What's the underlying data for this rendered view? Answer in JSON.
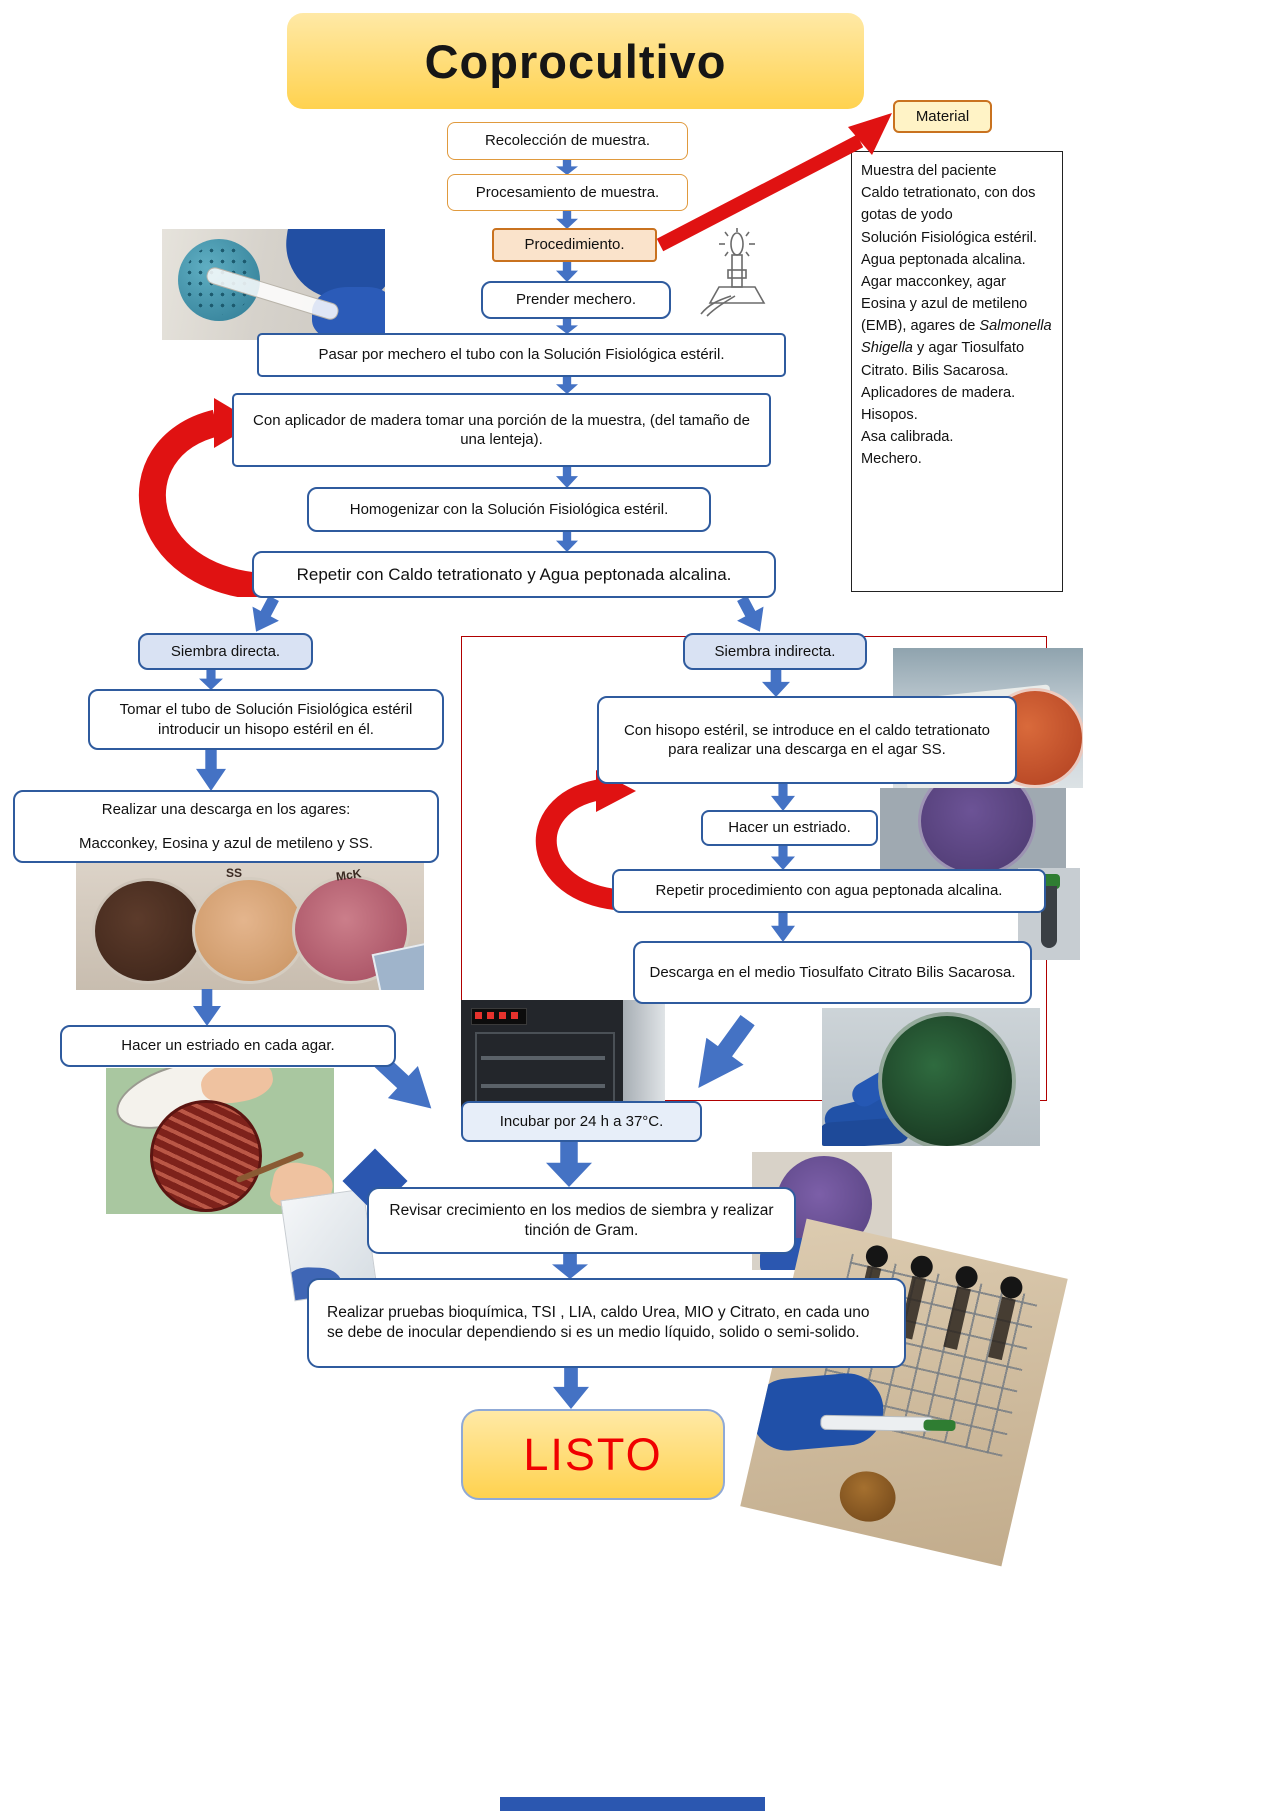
{
  "title": "Coprocultivo",
  "material": {
    "button_label": "Material",
    "lines_before": [
      "Muestra del paciente",
      "Caldo tetrationato, con dos gotas de yodo",
      "Solución Fisiológica estéril.",
      "Agua peptonada alcalina."
    ],
    "agar_line": {
      "pre": "Agar macconkey, agar Eosina y azul de metileno (EMB), agares de ",
      "italic": "Salmonella Shigella",
      "post": " y agar Tiosulfato Citrato. Bilis Sacarosa."
    },
    "lines_after": [
      "Aplicadores de madera.",
      "Hisopos.",
      "Asa calibrada.",
      "Mechero."
    ]
  },
  "flow": {
    "recoleccion": "Recolección de muestra.",
    "procesamiento": "Procesamiento de muestra.",
    "procedimiento": "Procedimiento.",
    "prender_mechero": "Prender mechero.",
    "pasar_mechero": "Pasar por mechero el tubo con la Solución Fisiológica estéril.",
    "aplicador": "Con aplicador de madera tomar una porción de la muestra, (del tamaño de una lenteja).",
    "homogenizar": "Homogenizar con la Solución Fisiológica estéril.",
    "repetir_caldo": "Repetir con Caldo tetrationato y Agua peptonada alcalina.",
    "siembra_directa": "Siembra directa.",
    "siembra_indirecta": "Siembra indirecta.",
    "tomar_tubo": "Tomar el tubo de Solución Fisiológica estéril introducir un hisopo estéril en él.",
    "descarga_agares_1": "Realizar una descarga en los agares:",
    "descarga_agares_2": "Macconkey, Eosina y azul de metileno y SS.",
    "estriado_cada_agar": "Hacer un estriado en cada agar.",
    "hisopo_caldo": "Con hisopo estéril, se introduce en el caldo tetrationato para realizar una descarga en el agar SS.",
    "hacer_estriado": "Hacer un estriado.",
    "repetir_agua": "Repetir procedimiento con agua peptonada alcalina.",
    "descarga_tcbs": "Descarga en el medio Tiosulfato Citrato Bilis Sacarosa.",
    "incubar": "Incubar por 24 h a 37°C.",
    "revisar": "Revisar crecimiento en los medios de siembra y realizar tinción de Gram.",
    "pruebas": "Realizar pruebas bioquímica, TSI , LIA, caldo Urea, MIO y Citrato, en cada uno se debe de inocular dependiendo si es un medio líquido, solido o semi-solido.",
    "listo": "LISTO"
  },
  "photo_labels": {
    "ss": "SS",
    "mck": "McK"
  },
  "colors": {
    "arrow_blue": "#4472C4",
    "box_border_blue": "#2F5B9E",
    "accent_red": "#E01212",
    "title_yellow": "#FFD24F",
    "branch_fill": "#D9E2F3",
    "orange_border": "#E09A3E"
  }
}
